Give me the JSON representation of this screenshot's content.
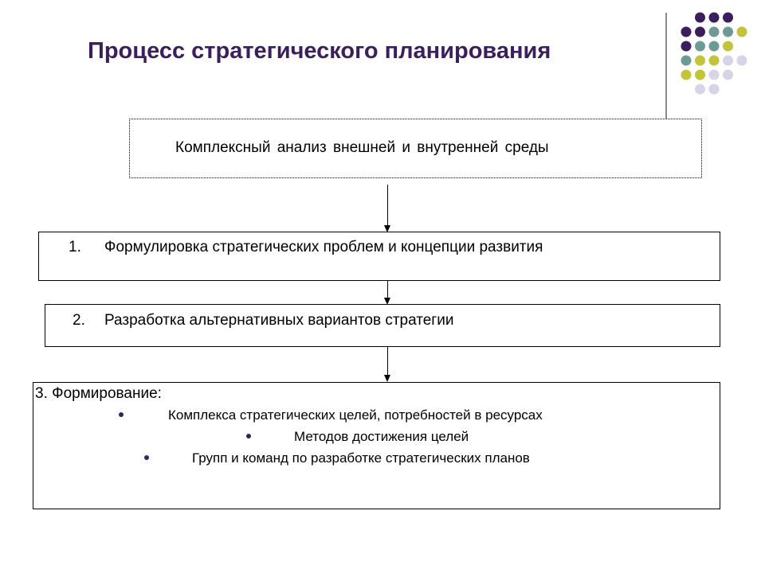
{
  "title": "Процесс стратегического планирования",
  "colors": {
    "title": "#3b1f5c",
    "dot_purple": "#3b1f5c",
    "dot_teal": "#6e9a96",
    "dot_olive": "#c3c43a",
    "dot_lavender": "#d6d4e6"
  },
  "boxes": {
    "analysis": "Комплексный анализ внешней и внутренней среды",
    "step1": {
      "number": "1.",
      "label": "Формулировка стратегических проблем и концепции развития"
    },
    "step2": {
      "number": "2.",
      "label": "Разработка альтернативных вариантов стратегии"
    },
    "step3": {
      "heading": "3.  Формирование:",
      "items": [
        "Комплекса стратегических целей, потребностей в ресурсах",
        "Методов достижения целей",
        "Групп и команд по разработке стратегических планов"
      ]
    }
  }
}
